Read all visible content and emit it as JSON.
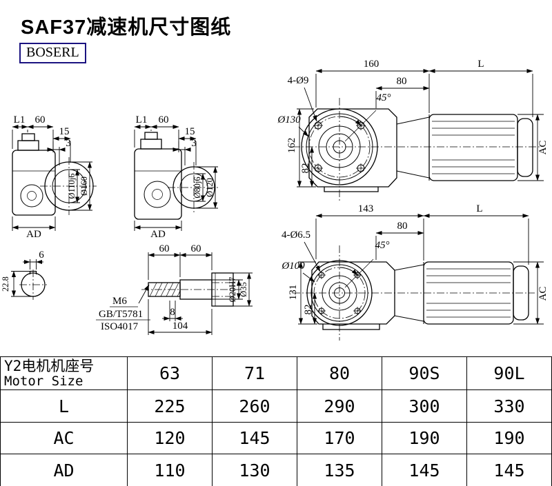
{
  "page": {
    "title": "SAF37减速机尺寸图纸",
    "logo": "BOSERL"
  },
  "views": {
    "side1": {
      "l1": "L1",
      "w60": "60",
      "w15": "15",
      "w3": "3",
      "dia_inner": "Ø110j6",
      "dia_outer": "Ø160",
      "ad": "AD"
    },
    "side2": {
      "l1": "L1",
      "w60": "60",
      "w15": "15",
      "w3": "3",
      "dia_inner": "Ø80j6",
      "dia_outer": "Ø120",
      "ad": "AD"
    },
    "front1": {
      "w": "160",
      "l": "L",
      "holes": "4-Ø9",
      "w80": "80",
      "angle": "45°",
      "dia": "Ø130",
      "h": "162",
      "h2": "82",
      "ac": "AC"
    },
    "front2": {
      "w": "143",
      "l": "L",
      "holes": "4-Ø6.5",
      "w80": "80",
      "angle": "45°",
      "dia": "Ø100",
      "h": "131",
      "h2": "82",
      "ac": "AC"
    },
    "section": {
      "w6": "6",
      "h228": "22.8"
    },
    "shaft": {
      "d60a": "60",
      "d60b": "60",
      "m6": "M6",
      "gb": "GB/T5781",
      "iso": "ISO4017",
      "d8": "8",
      "d104": "104",
      "dia20": "Ø20H7",
      "dia35": "Ø35"
    }
  },
  "table": {
    "header": {
      "cn": "Y2电机机座号",
      "en": "Motor Size"
    },
    "sizes": [
      "63",
      "71",
      "80",
      "90S",
      "90L"
    ],
    "rows": [
      {
        "label": "L",
        "values": [
          "225",
          "260",
          "290",
          "300",
          "330"
        ]
      },
      {
        "label": "AC",
        "values": [
          "120",
          "145",
          "170",
          "190",
          "190"
        ]
      },
      {
        "label": "AD",
        "values": [
          "110",
          "130",
          "135",
          "145",
          "145"
        ]
      }
    ]
  }
}
